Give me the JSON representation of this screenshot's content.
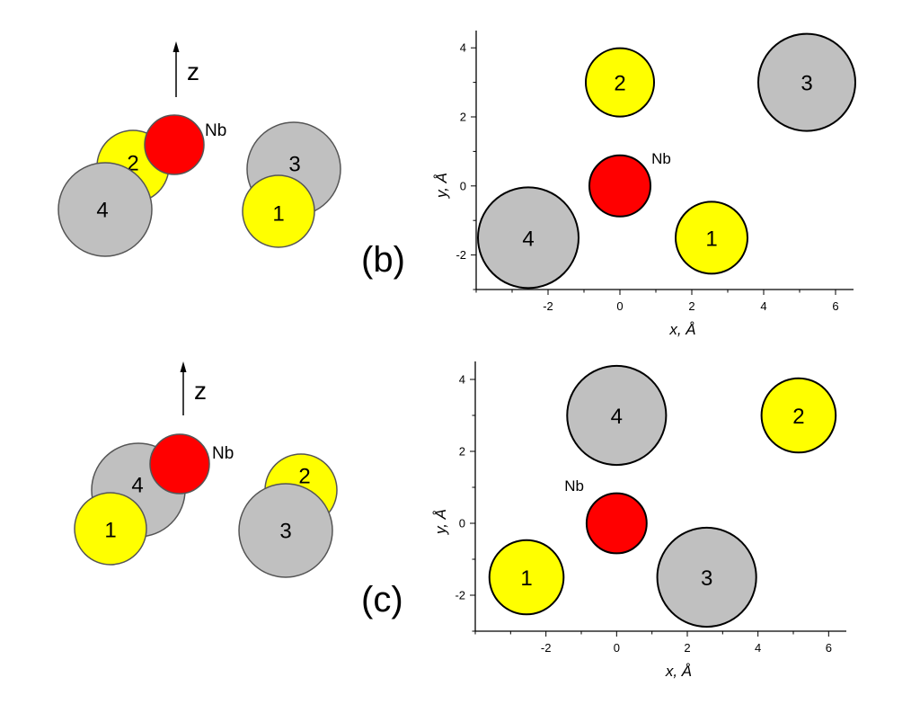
{
  "colors": {
    "yellow": "#ffff00",
    "gray": "#c0c0c0",
    "red": "#ff0000",
    "outline": "#000000"
  },
  "panels": [
    {
      "panel_label": "(b)",
      "axis_label": "z",
      "atom_b_label": "Nb",
      "atoms_3d": [
        {
          "label": "2",
          "color": "yellow"
        },
        {
          "label": "4",
          "color": "gray"
        },
        {
          "label": "",
          "color": "red"
        },
        {
          "label": "3",
          "color": "gray"
        },
        {
          "label": "1",
          "color": "yellow"
        }
      ]
    },
    {
      "panel_label": "(c)",
      "axis_label": "z",
      "atom_b_label": "Nb",
      "atoms_3d": [
        {
          "label": "4",
          "color": "gray"
        },
        {
          "label": "1",
          "color": "yellow"
        },
        {
          "label": "",
          "color": "red"
        },
        {
          "label": "2",
          "color": "yellow"
        },
        {
          "label": "3",
          "color": "gray"
        }
      ]
    }
  ],
  "chart_data": [
    {
      "type": "scatter",
      "title": "",
      "xlabel": "x, Å",
      "ylabel": "y, Å",
      "xlim": [
        -4,
        6.5
      ],
      "ylim": [
        -3,
        4.5
      ],
      "xticks": [
        -2,
        0,
        2,
        4,
        6
      ],
      "yticks": [
        -2,
        0,
        2,
        4
      ],
      "grid": false,
      "points": [
        {
          "label": "2",
          "x": 0,
          "y": 3,
          "r": 0.95,
          "color": "yellow"
        },
        {
          "label": "3",
          "x": 5.2,
          "y": 3,
          "r": 1.35,
          "color": "gray"
        },
        {
          "label": "",
          "x": 0,
          "y": 0,
          "r": 0.85,
          "color": "red"
        },
        {
          "label": "4",
          "x": -2.55,
          "y": -1.5,
          "r": 1.4,
          "color": "gray"
        },
        {
          "label": "1",
          "x": 2.55,
          "y": -1.5,
          "r": 1.0,
          "color": "yellow"
        }
      ],
      "annotations": [
        {
          "text": "Nb",
          "x": 1.15,
          "y": 0.65
        }
      ]
    },
    {
      "type": "scatter",
      "title": "",
      "xlabel": "x, Å",
      "ylabel": "y, Å",
      "xlim": [
        -4,
        6.5
      ],
      "ylim": [
        -3,
        4.5
      ],
      "xticks": [
        -2,
        0,
        2,
        4,
        6
      ],
      "yticks": [
        -2,
        0,
        2,
        4
      ],
      "grid": false,
      "points": [
        {
          "label": "4",
          "x": 0,
          "y": 3,
          "r": 1.4,
          "color": "gray"
        },
        {
          "label": "2",
          "x": 5.15,
          "y": 3,
          "r": 1.05,
          "color": "yellow"
        },
        {
          "label": "",
          "x": 0,
          "y": 0,
          "r": 0.85,
          "color": "red"
        },
        {
          "label": "1",
          "x": -2.55,
          "y": -1.5,
          "r": 1.05,
          "color": "yellow"
        },
        {
          "label": "3",
          "x": 2.55,
          "y": -1.5,
          "r": 1.4,
          "color": "gray"
        }
      ],
      "annotations": [
        {
          "text": "Nb",
          "x": -1.2,
          "y": 0.9
        }
      ]
    }
  ]
}
